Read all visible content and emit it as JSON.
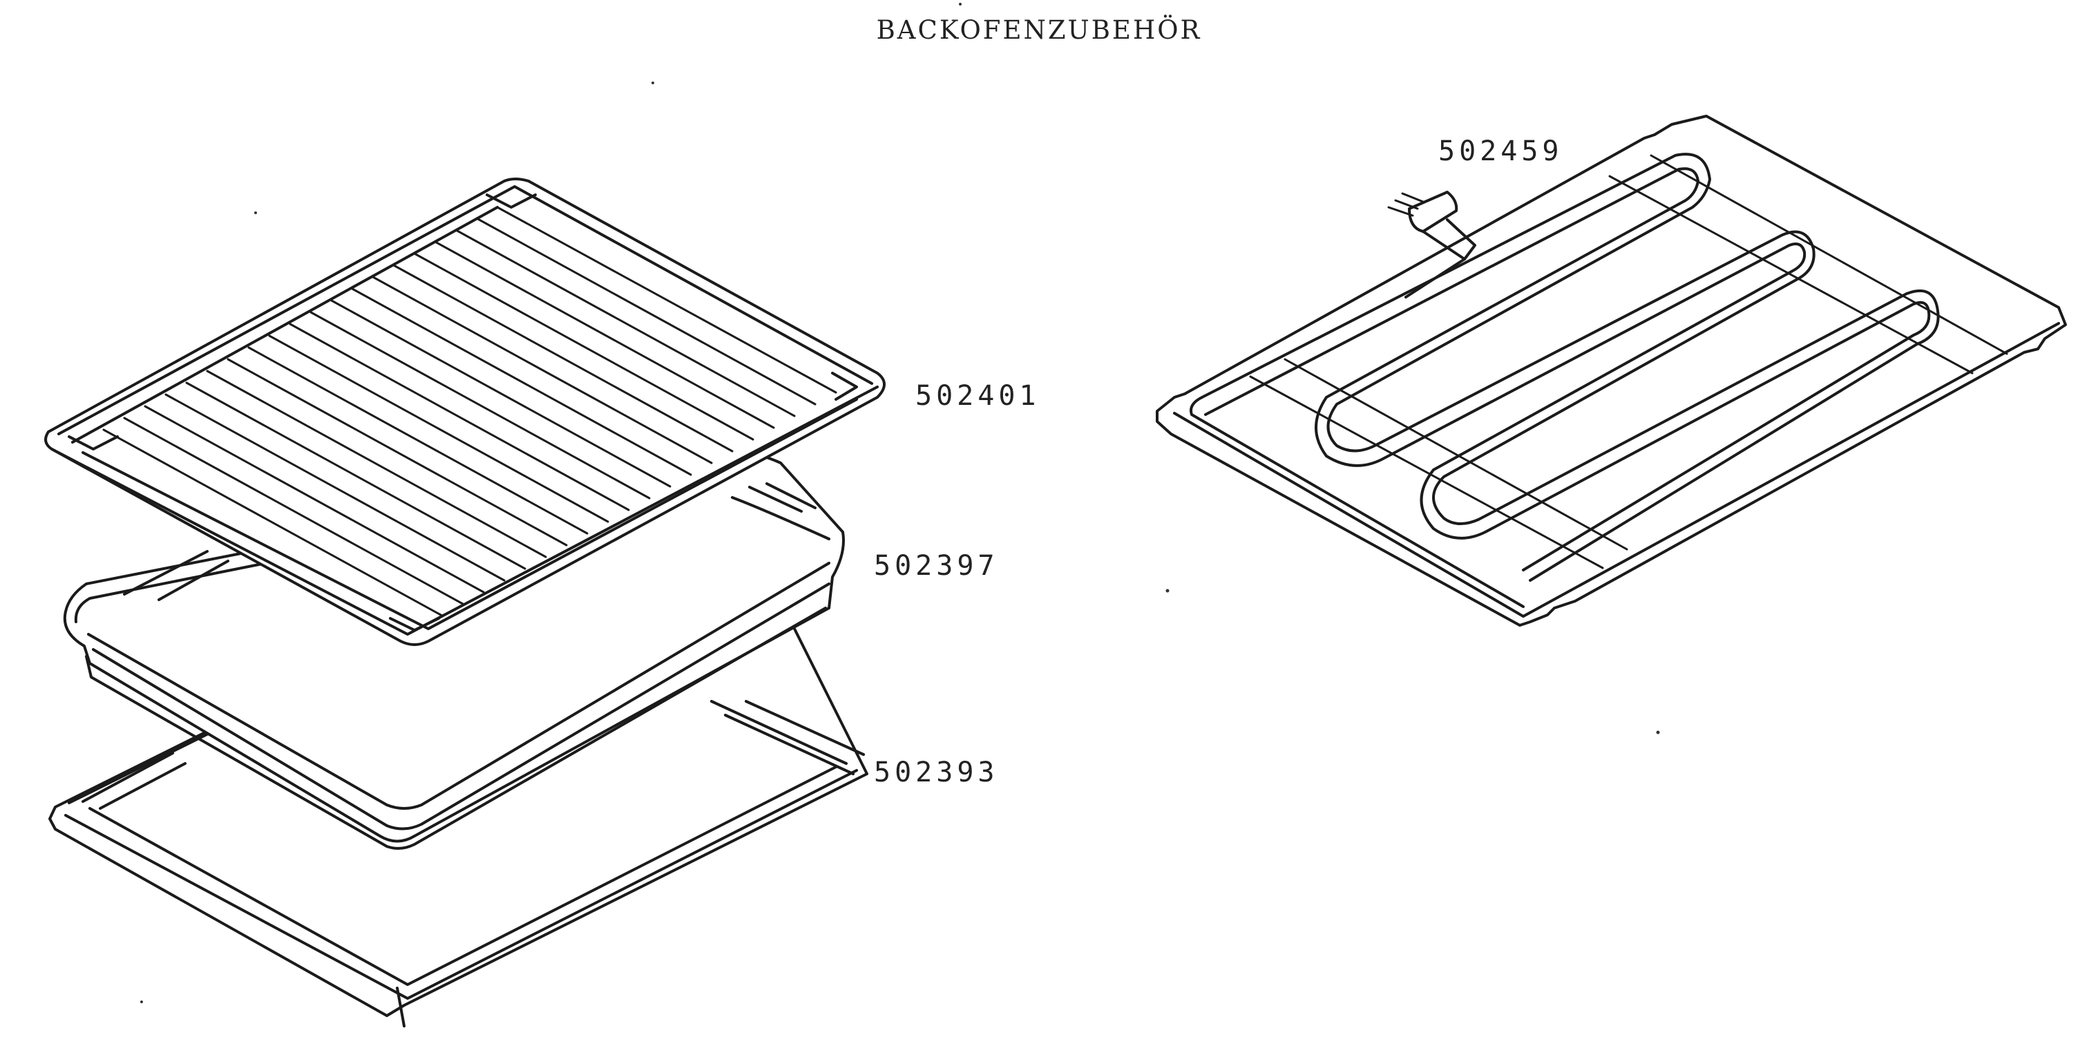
{
  "title": "BACKOFENZUBEHÖR",
  "parts": [
    {
      "number": "502401",
      "name": "grill-rack"
    },
    {
      "number": "502397",
      "name": "baking-tray"
    },
    {
      "number": "502393",
      "name": "flat-baking-sheet"
    },
    {
      "number": "502459",
      "name": "bottom-heating-element"
    }
  ],
  "colors": {
    "line": "#1b1b1b",
    "background": "#ffffff"
  }
}
